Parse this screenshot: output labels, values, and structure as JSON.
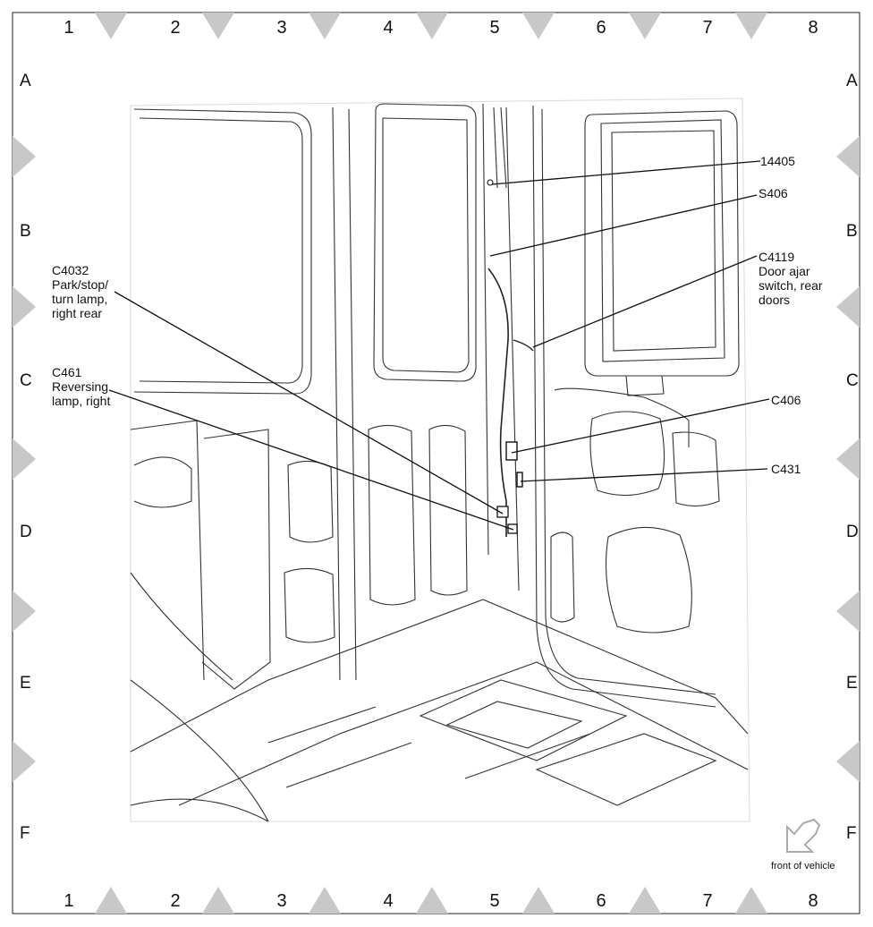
{
  "grid": {
    "columns": [
      "1",
      "2",
      "3",
      "4",
      "5",
      "6",
      "7",
      "8"
    ],
    "rows": [
      "A",
      "B",
      "C",
      "D",
      "E",
      "F"
    ]
  },
  "callouts": {
    "c14405": [
      "14405"
    ],
    "s406": [
      "S406"
    ],
    "c4119": [
      "C4119",
      "Door ajar",
      "switch, rear",
      "doors"
    ],
    "c4032": [
      "C4032",
      "Park/stop/",
      "turn lamp,",
      "right rear"
    ],
    "c461": [
      "C461",
      "Reversing",
      "lamp, right"
    ],
    "c406": [
      "C406"
    ],
    "c431": [
      "C431"
    ]
  },
  "front_of_vehicle": "front of vehicle",
  "colors": {
    "line": "#111111",
    "frame_triangle": "#c8c8c8",
    "arrow": "#bdbdbd"
  }
}
